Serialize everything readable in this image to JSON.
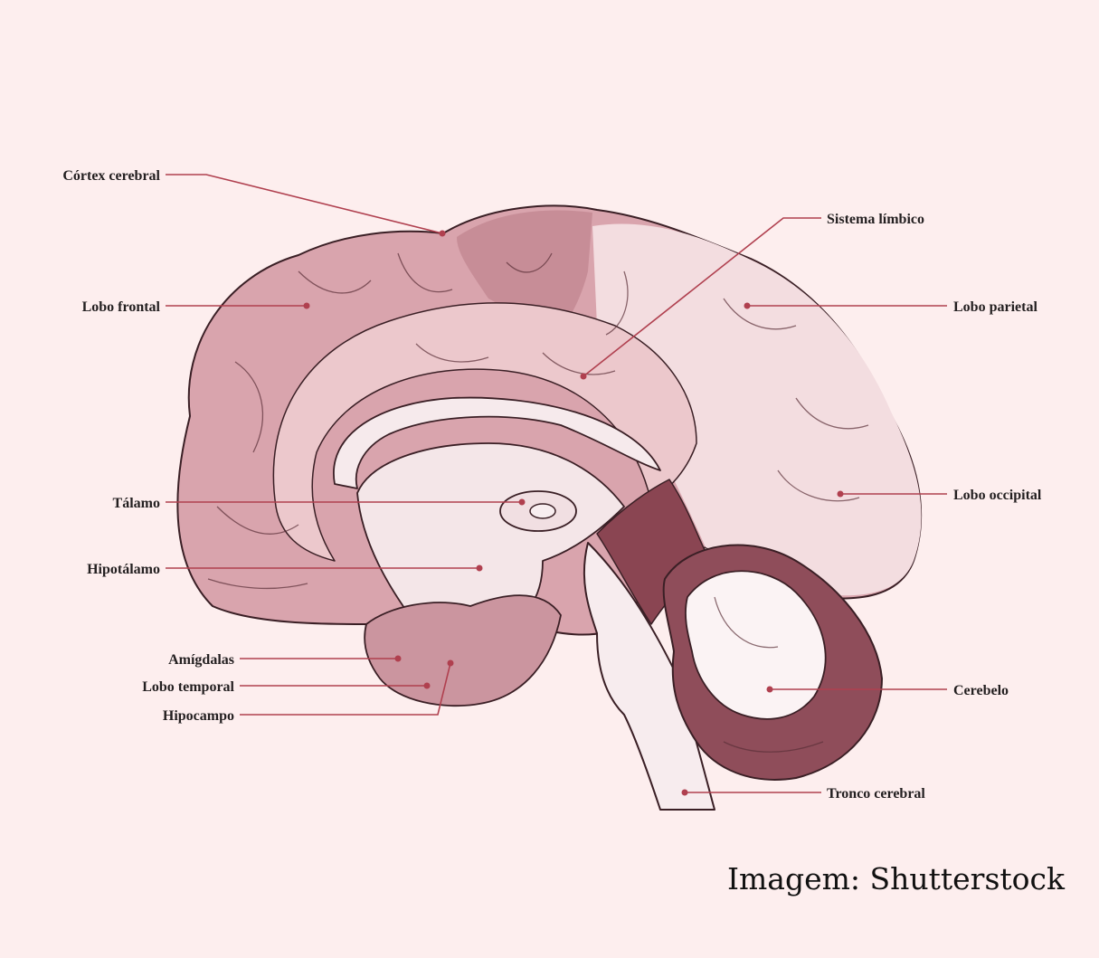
{
  "labels": {
    "cortex_cerebral": "Córtex cerebral",
    "sistema_limbico": "Sistema límbico",
    "lobo_frontal": "Lobo frontal",
    "lobo_parietal": "Lobo parietal",
    "talamo": "Tálamo",
    "lobo_occipital": "Lobo occipital",
    "hipotalamo": "Hipotálamo",
    "amigdalas": "Amígdalas",
    "lobo_temporal": "Lobo temporal",
    "hipocampo": "Hipocampo",
    "cerebelo": "Cerebelo",
    "tronco_cerebral": "Tronco cerebral"
  },
  "credit": "Imagem: Shutterstock",
  "colors": {
    "background": "#fdeeee",
    "leader": "#b0404f",
    "cortex": "#d9a4ad",
    "limbic": "#ecc8cc",
    "occipital_parietal": "#f3dde0",
    "dark": "#8a4552",
    "outline": "#3a1f25"
  }
}
